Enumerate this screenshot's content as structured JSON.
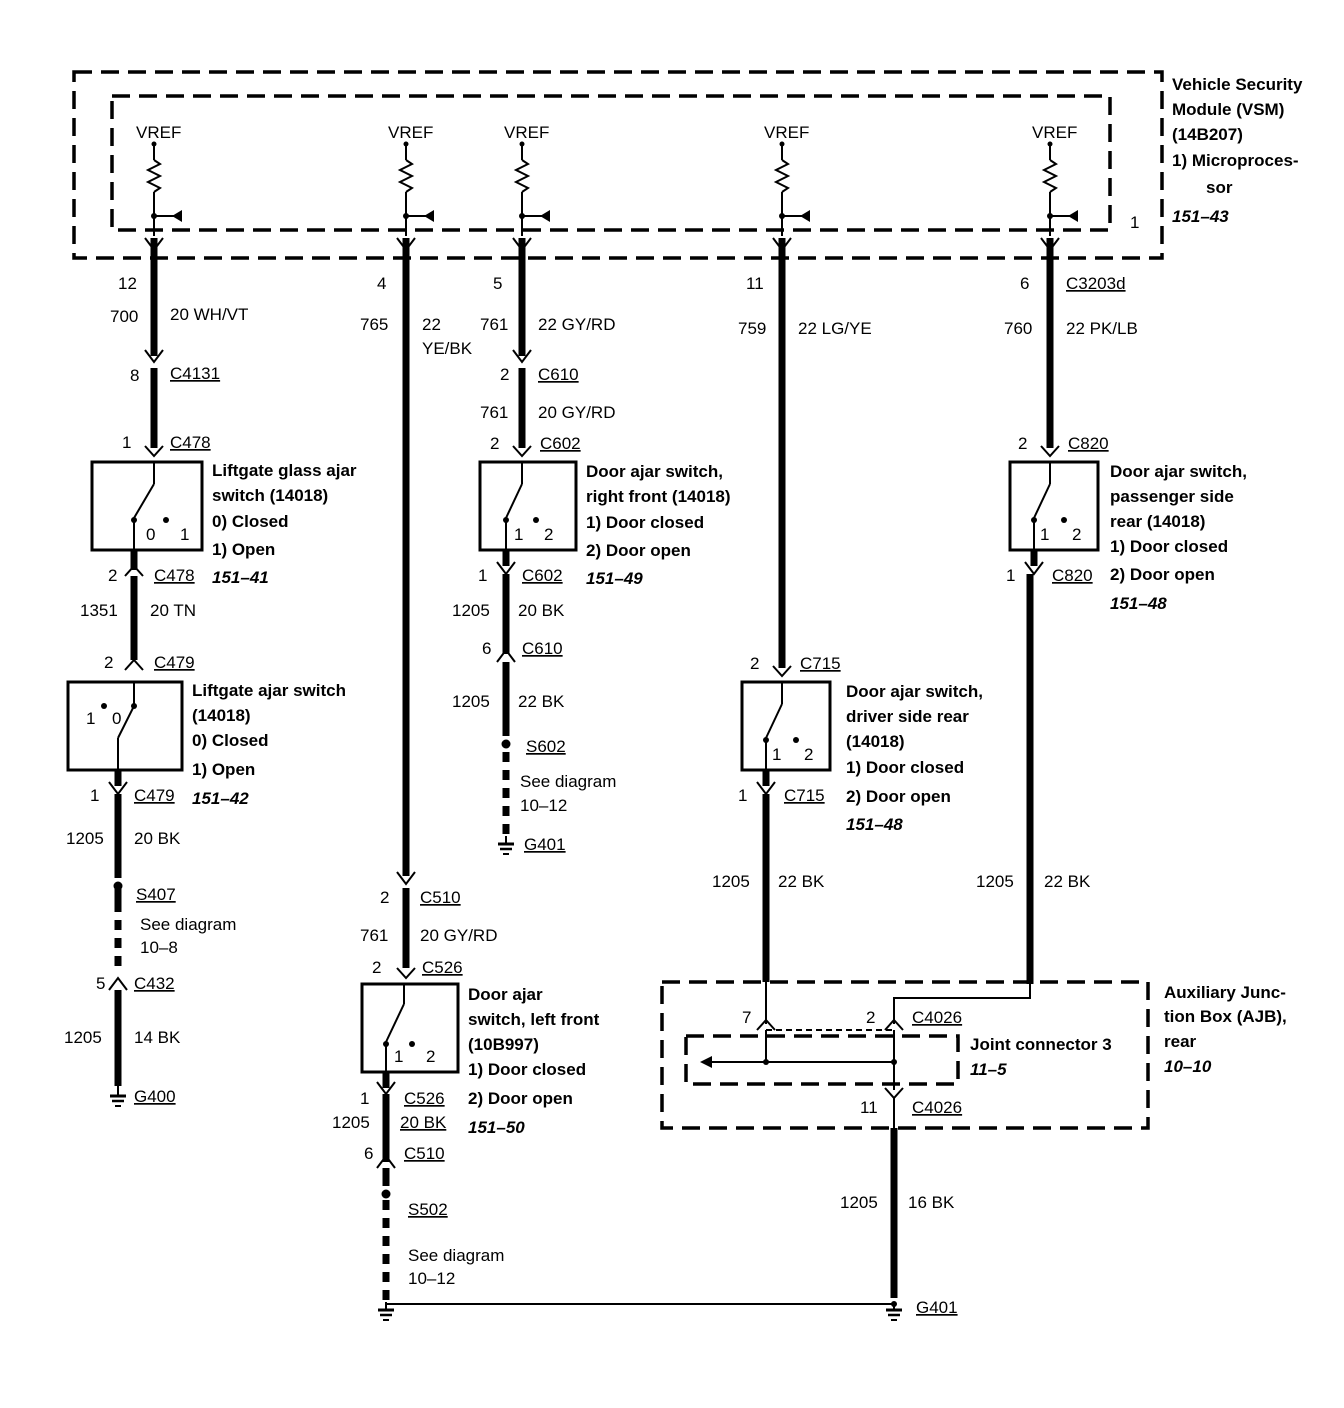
{
  "vsm": {
    "title_lines": [
      "Vehicle Security",
      "Module (VSM)",
      "(14B207)",
      "1)   Microproces-",
      "sor"
    ],
    "ref": "151–43",
    "index": "1",
    "vref": "VREF"
  },
  "pins": {
    "p12": "12",
    "p4": "4",
    "p5": "5",
    "p11": "11",
    "p6": "6",
    "c3203": "C3203d"
  },
  "circuits": {
    "c700": "700",
    "w700": "20 WH/VT",
    "c765": "765",
    "w765a": "22",
    "w765b": "YE/BK",
    "c761": "761",
    "w761": "22 GY/RD",
    "c759": "759",
    "w759": "22 LG/YE",
    "c760": "760",
    "w760": "22 PK/LB",
    "c761b": "761",
    "w761b": "20 GY/RD",
    "c1351": "1351",
    "w1351": "20 TN",
    "c1205a": "1205",
    "w1205a": "20 BK",
    "c1205b": "1205",
    "w1205b": "22 BK",
    "c1205c": "1205",
    "w1205c": "20 BK",
    "c1205d": "1205",
    "w1205d": "14 BK",
    "c761c": "761",
    "w761c": "20 GY/RD",
    "c1205e": "1205",
    "w1205e": "20 BK",
    "c1205f": "1205",
    "w1205f": "22 BK",
    "c1205g": "1205",
    "w1205g": "22 BK",
    "c1205h": "1205",
    "w1205h": "16 BK"
  },
  "connectors": {
    "c4131_pin": "8",
    "c4131": "C4131",
    "c478a_pin": "1",
    "c478a": "C478",
    "c478b_pin": "2",
    "c478b": "C478",
    "c479a_pin": "2",
    "c479a": "C479",
    "c479b_pin": "1",
    "c479b": "C479",
    "c610a_pin": "2",
    "c610a": "C610",
    "c602a_pin": "2",
    "c602a": "C602",
    "c602b_pin": "1",
    "c602b": "C602",
    "c610b_pin": "6",
    "c610b": "C610",
    "c820a_pin": "2",
    "c820a": "C820",
    "c820b_pin": "1",
    "c820b": "C820",
    "c715a_pin": "2",
    "c715a": "C715",
    "c715b_pin": "1",
    "c715b": "C715",
    "c510a_pin": "2",
    "c510a": "C510",
    "c526a_pin": "2",
    "c526a": "C526",
    "c526b_pin": "1",
    "c526b": "C526",
    "c510b_pin": "6",
    "c510b": "C510",
    "c432_pin": "5",
    "c432": "C432",
    "c4026a_pin7": "7",
    "c4026a_pin2": "2",
    "c4026a": "C4026",
    "c4026b_pin": "11",
    "c4026b": "C4026"
  },
  "splices": {
    "s407": "S407",
    "s407_see": "See diagram",
    "s407_ref": "10–8",
    "s602": "S602",
    "s602_see": "See diagram",
    "s602_ref": "10–12",
    "s502": "S502",
    "s502_see": "See diagram",
    "s502_ref": "10–12"
  },
  "grounds": {
    "g401a": "G401",
    "g400": "G400",
    "g401b": "G401"
  },
  "switches": {
    "liftgate_glass": {
      "lines": [
        "Liftgate glass ajar",
        "switch (14018)",
        "0)   Closed",
        "1)   Open"
      ],
      "ref": "151–41",
      "pos0": "0",
      "pos1": "1"
    },
    "liftgate": {
      "lines": [
        "Liftgate ajar switch",
        "(14018)",
        "0)   Closed",
        "1)   Open"
      ],
      "ref": "151–42",
      "pos0": "0",
      "pos1": "1"
    },
    "right_front": {
      "lines": [
        "Door ajar switch,",
        "right front (14018)",
        "1)   Door closed",
        "2)   Door open"
      ],
      "ref": "151–49",
      "pos1": "1",
      "pos2": "2"
    },
    "passenger_rear": {
      "lines": [
        "Door ajar switch,",
        "passenger side",
        "rear (14018)",
        "1)   Door closed",
        "2)   Door open"
      ],
      "ref": "151–48",
      "pos1": "1",
      "pos2": "2"
    },
    "driver_rear": {
      "lines": [
        "Door ajar switch,",
        "driver side rear",
        "(14018)",
        "1)   Door closed",
        "2)   Door open"
      ],
      "ref": "151–48",
      "pos1": "1",
      "pos2": "2"
    },
    "left_front": {
      "lines": [
        "Door ajar",
        "switch, left front",
        "(10B997)",
        "1)   Door closed",
        "2)   Door open"
      ],
      "ref": "151–50",
      "pos1": "1",
      "pos2": "2"
    }
  },
  "ajb": {
    "lines": [
      "Auxiliary Junc-",
      "tion Box (AJB),",
      "rear"
    ],
    "ref": "10–10",
    "joint": "Joint connector 3",
    "joint_ref": "11–5"
  }
}
